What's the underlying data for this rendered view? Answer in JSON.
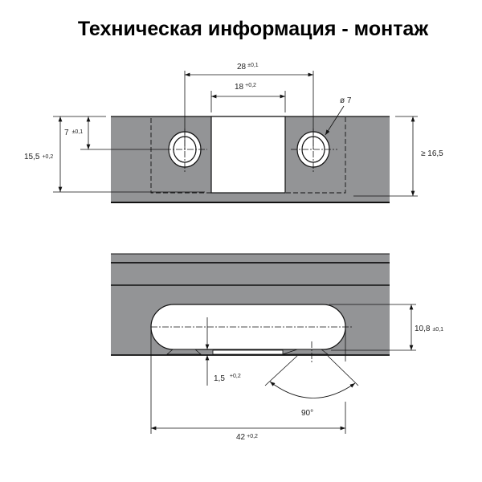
{
  "title": "Техническая информация - монтаж",
  "colors": {
    "plate": "#939496",
    "line": "#111111"
  },
  "top_view": {
    "dim_hole_spacing": {
      "value": "28",
      "tol": "±0,1"
    },
    "dim_cutout_width": {
      "value": "18",
      "tol": "+0,2"
    },
    "dim_hole_offset": {
      "value": "7",
      "tol": "±0,1"
    },
    "dim_cutout_depth": {
      "value": "15,5",
      "tol": "+0,2"
    },
    "dim_min_height": {
      "value": "≥ 16,5"
    },
    "dim_hole_diameter": {
      "value": "ø 7"
    }
  },
  "bottom_view": {
    "dim_slot_height": {
      "value": "10,8",
      "tol": "±0,1"
    },
    "dim_depth": {
      "value": "1,5",
      "tol": "+0,2"
    },
    "dim_angle": {
      "value": "90°"
    },
    "dim_slot_length": {
      "value": "42",
      "tol": "+0,2"
    }
  }
}
